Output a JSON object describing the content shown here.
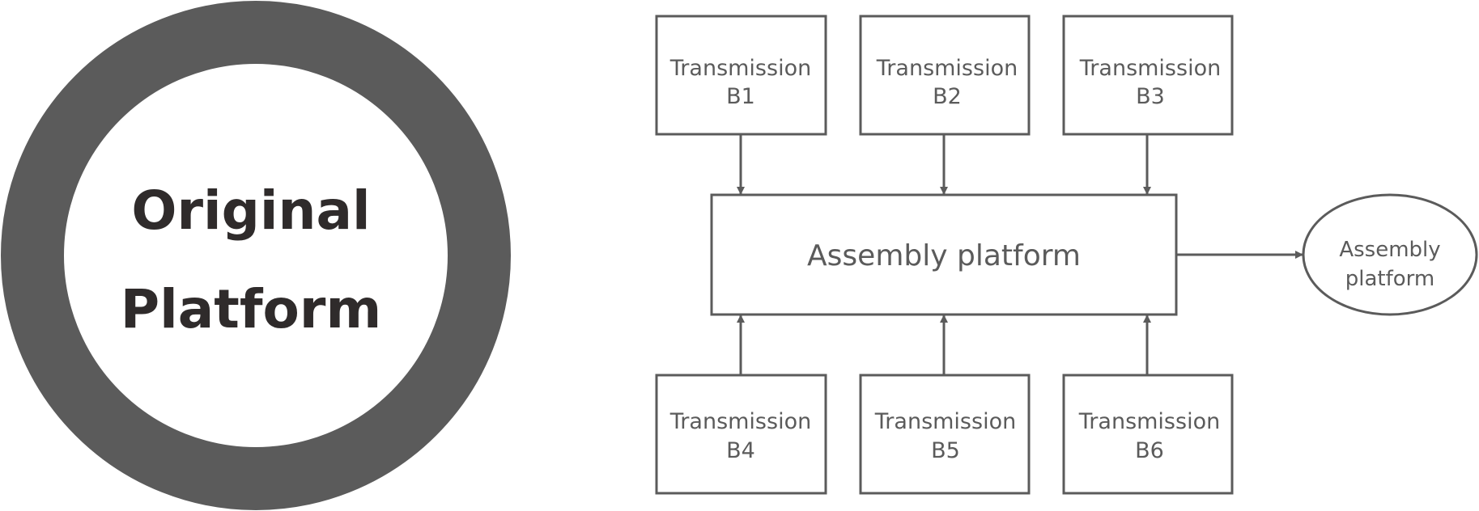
{
  "ring": {
    "line1": "Original",
    "line2": "Platform"
  },
  "top_boxes": [
    {
      "line1": "Transmission",
      "line2": "B1"
    },
    {
      "line1": "Transmission",
      "line2": "B2"
    },
    {
      "line1": "Transmission",
      "line2": "B3"
    }
  ],
  "bottom_boxes": [
    {
      "line1": "Transmission",
      "line2": "B4"
    },
    {
      "line1": "Transmission",
      "line2": "B5"
    },
    {
      "line1": "Transmission",
      "line2": "B6"
    }
  ],
  "center_box": {
    "label": "Assembly platform"
  },
  "output_ellipse": {
    "line1": "Assembly",
    "line2": "platform"
  },
  "colors": {
    "stroke": "#5b5b5b",
    "ring": "#5b5b5b",
    "ring_text": "#2f2b2b"
  }
}
